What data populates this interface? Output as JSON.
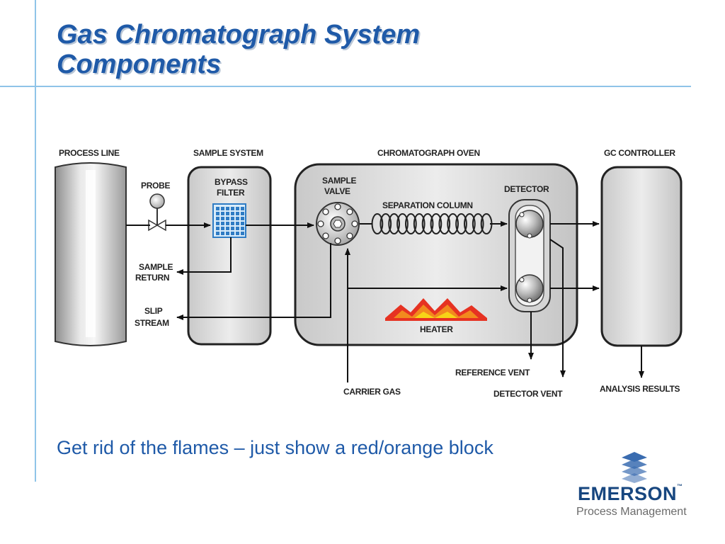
{
  "slide": {
    "title_line1": "Gas Chromatograph System",
    "title_line2": "Components",
    "note": "Get rid of the flames – just show a red/orange block"
  },
  "diagram": {
    "headers": {
      "process_line": "PROCESS LINE",
      "sample_system": "SAMPLE SYSTEM",
      "oven": "CHROMATOGRAPH OVEN",
      "controller": "GC CONTROLLER"
    },
    "labels": {
      "probe": "PROBE",
      "bypass_1": "BYPASS",
      "bypass_2": "FILTER",
      "sample_valve_1": "SAMPLE",
      "sample_valve_2": "VALVE",
      "separation_column": "SEPARATION COLUMN",
      "detector": "DETECTOR",
      "sample_return_1": "SAMPLE",
      "sample_return_2": "RETURN",
      "slip_stream_1": "SLIP",
      "slip_stream_2": "STREAM",
      "heater": "HEATER",
      "reference_vent": "REFERENCE VENT",
      "detector_vent": "DETECTOR VENT",
      "carrier_gas": "CARRIER GAS",
      "analysis_results": "ANALYSIS RESULTS"
    }
  },
  "logo": {
    "brand": "EMERSON",
    "tm": "™",
    "division": "Process Management"
  },
  "colors": {
    "title_blue": "#1f5aa8",
    "rule_blue": "#8fc4e8",
    "filter_blue": "#3d8bd0",
    "heater_red": "#e63222",
    "heater_orange": "#f28a1e",
    "heater_yellow": "#f7d417"
  }
}
